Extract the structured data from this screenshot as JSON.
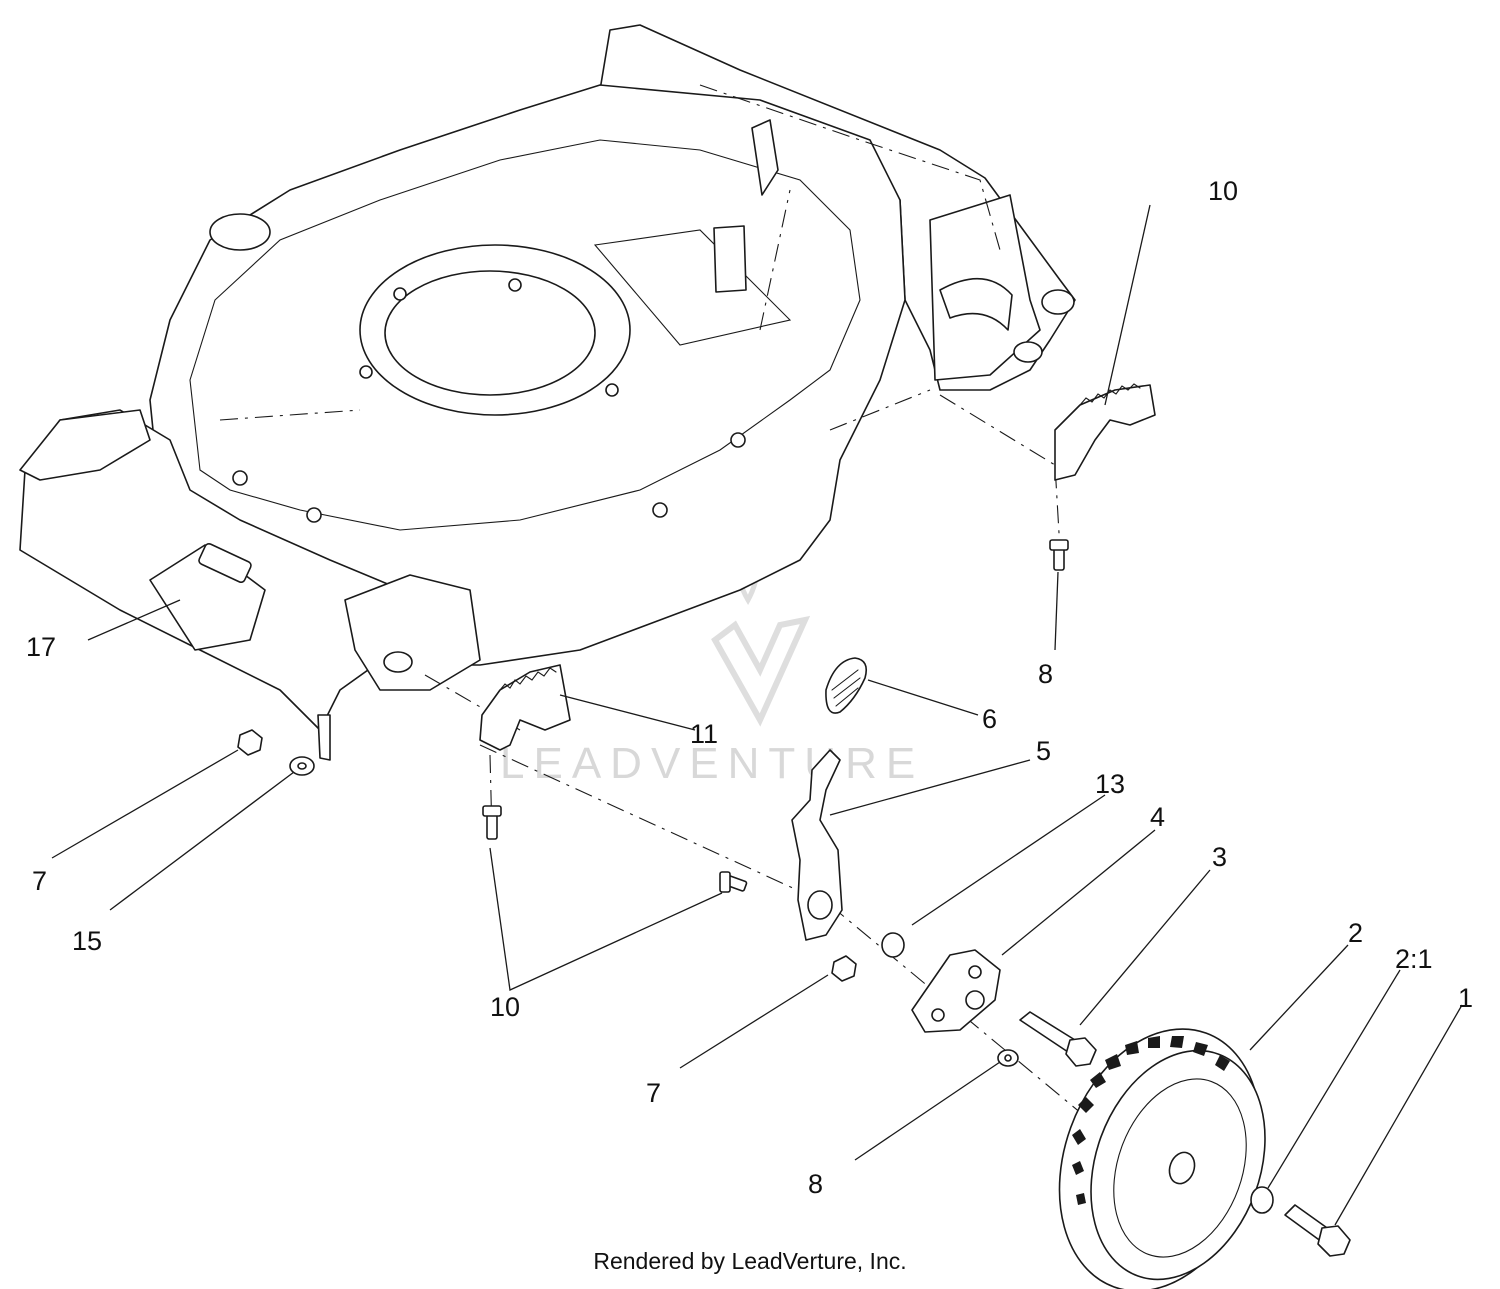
{
  "callouts": [
    {
      "id": "c1",
      "text": "1"
    },
    {
      "id": "c2",
      "text": "2"
    },
    {
      "id": "c2-1",
      "text": "2:1"
    },
    {
      "id": "c3",
      "text": "3"
    },
    {
      "id": "c4",
      "text": "4"
    },
    {
      "id": "c5",
      "text": "5"
    },
    {
      "id": "c6",
      "text": "6"
    },
    {
      "id": "c7a",
      "text": "7"
    },
    {
      "id": "c7b",
      "text": "7"
    },
    {
      "id": "c8a",
      "text": "8"
    },
    {
      "id": "c8b",
      "text": "8"
    },
    {
      "id": "c10a",
      "text": "10"
    },
    {
      "id": "c10b",
      "text": "10"
    },
    {
      "id": "c11",
      "text": "11"
    },
    {
      "id": "c13",
      "text": "13"
    },
    {
      "id": "c15",
      "text": "15"
    },
    {
      "id": "c17",
      "text": "17"
    }
  ],
  "watermark": "LEADVENTURE",
  "credit": "Rendered by LeadVerture, Inc.",
  "colors": {
    "line": "#1a1a1a",
    "watermark": "#d8d8d8",
    "background": "#ffffff"
  }
}
